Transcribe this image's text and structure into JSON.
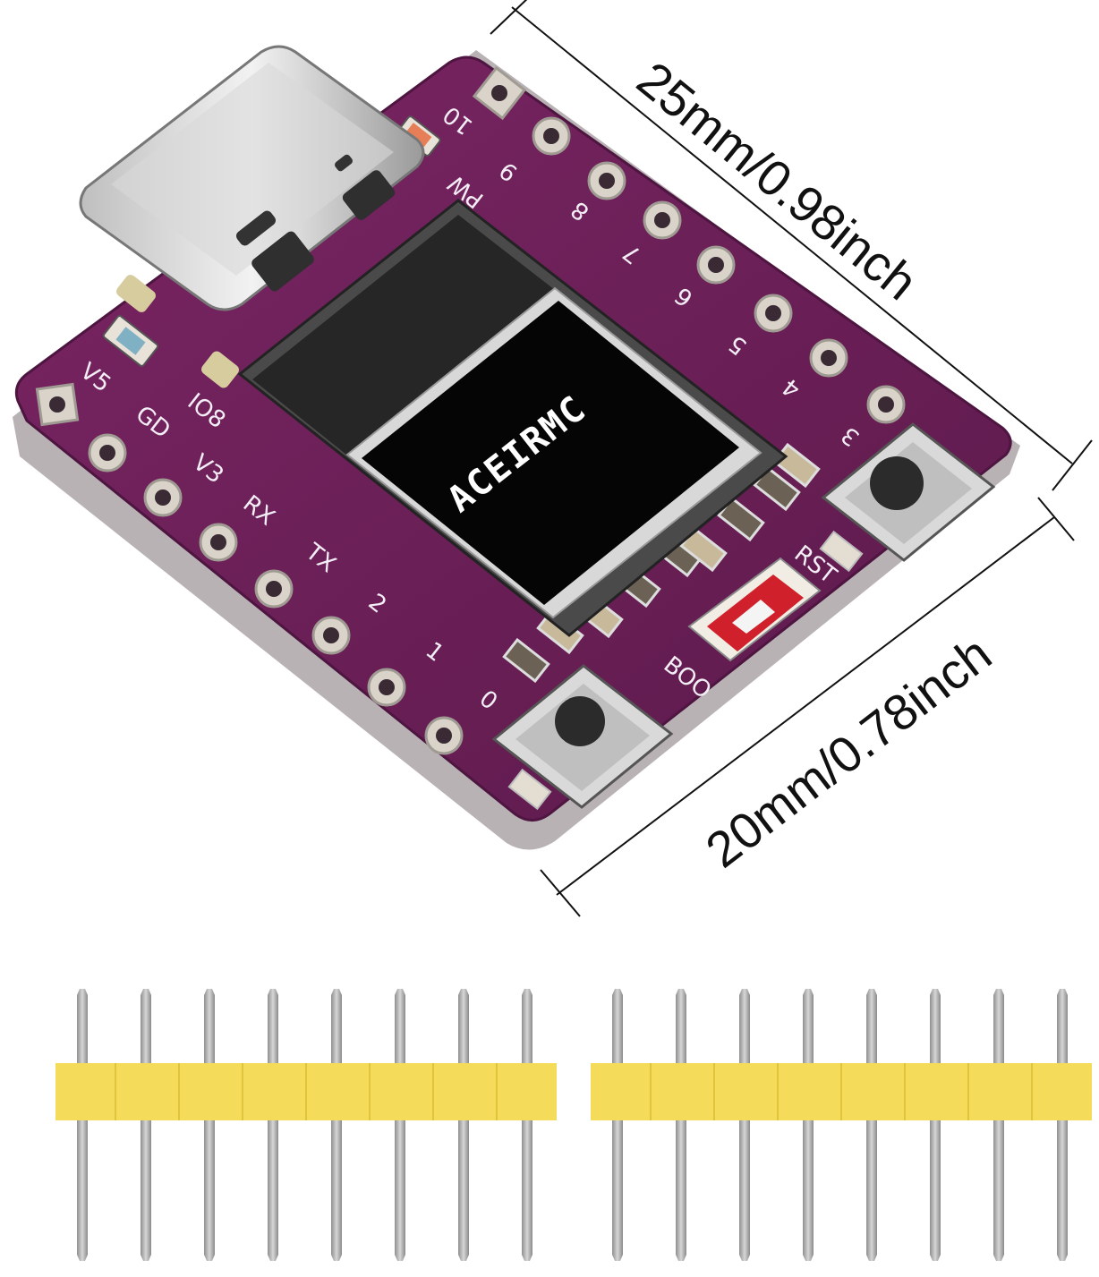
{
  "product": {
    "brand_on_display": "ACEIRMC",
    "dimension_length": "25mm/0.98inch",
    "dimension_width": "20mm/0.78inch"
  },
  "board": {
    "color": "#6a1f55",
    "left_labels": [
      "V5",
      "GD",
      "V3",
      "RX",
      "TX",
      "2",
      "1",
      "0"
    ],
    "right_labels": [
      "10",
      "9",
      "8",
      "7",
      "6",
      "5",
      "4",
      "3"
    ],
    "misc_labels": {
      "io8": "IO8",
      "pwr": "PW",
      "rst": "RST",
      "boot": "BOO"
    }
  },
  "headers": {
    "housing_color": "#f4dc5a",
    "pins_per_strip": 8,
    "strip_count": 2
  },
  "icons": [
    "usb-c-connector-icon",
    "oled-display-icon",
    "reset-button-icon",
    "boot-button-icon",
    "pin-header-icon"
  ]
}
